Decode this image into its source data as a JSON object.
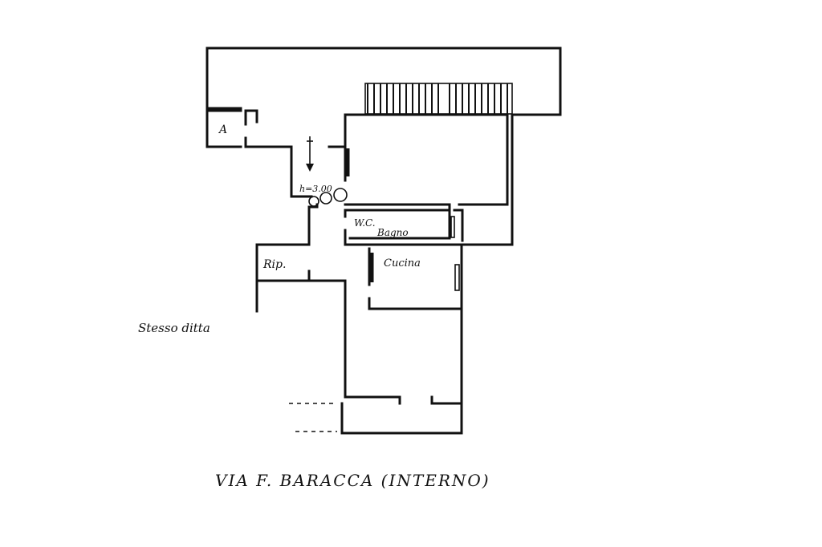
{
  "labels": {
    "room_a": "A",
    "level_note": "h=3.00",
    "wc": "W.C.",
    "bagno": "Bagno",
    "ripostiglio": "Rip.",
    "cucina": "Cucina",
    "neighbor": "Stesso ditta",
    "street": "VIA F. BARACCA (INTERNO)"
  },
  "colors": {
    "ink": "#111111",
    "paper": "#ffffff"
  },
  "icons": [
    "stair-arrow-icon",
    "fixture-circles-icon"
  ]
}
